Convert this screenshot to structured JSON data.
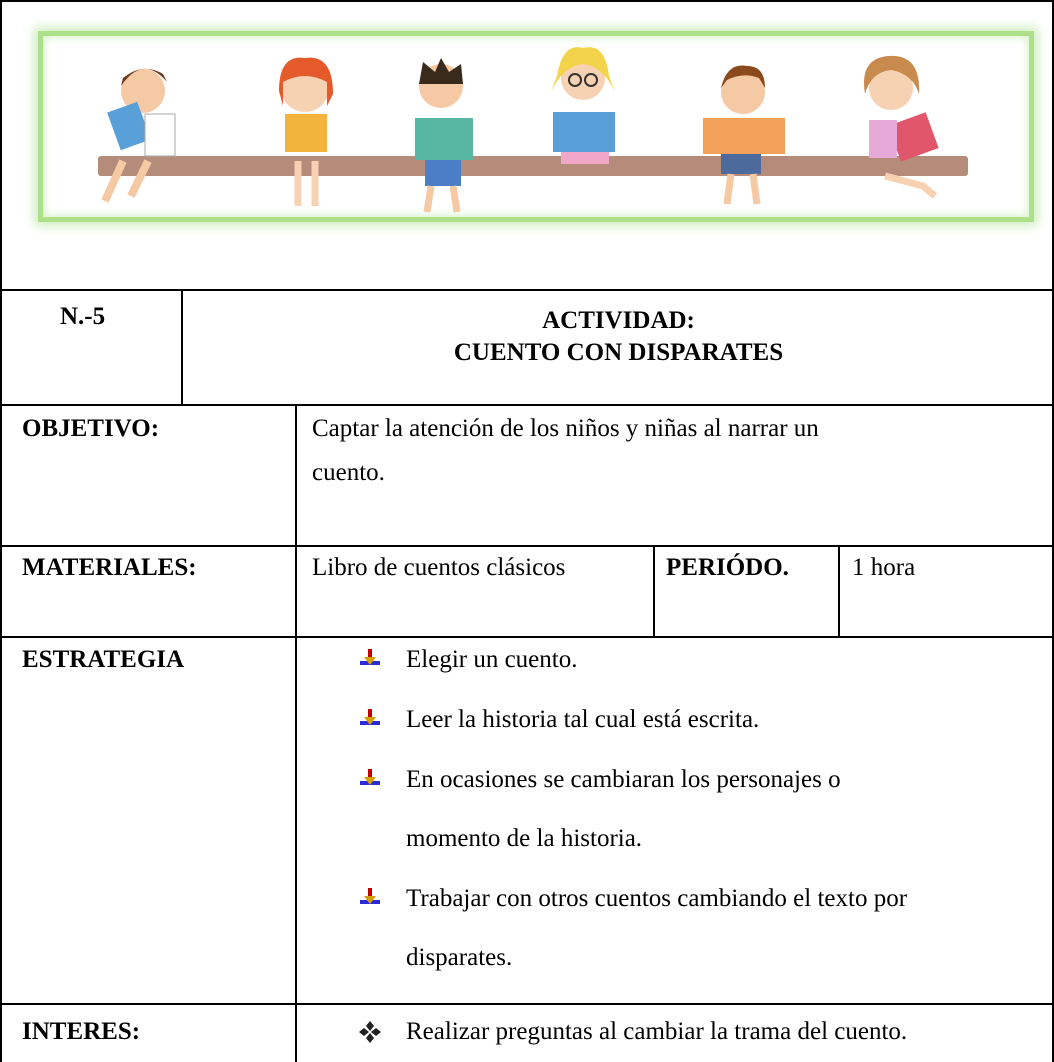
{
  "header": {
    "number": "N.-5",
    "title_line1": "ACTIVIDAD:",
    "title_line2": "CUENTO CON DISPARATES"
  },
  "rows": {
    "objetivo": {
      "label": "OBJETIVO:",
      "text_line1": "Captar la atención de los niños y niñas al narrar un",
      "text_line2": "cuento."
    },
    "materiales": {
      "label": "MATERIALES:",
      "value": "Libro de cuentos clásicos",
      "periodo_label": "PERIÓDO.",
      "periodo_value": "1 hora"
    },
    "estrategia": {
      "label": "ESTRATEGIA",
      "items": [
        "Elegir un cuento.",
        "Leer la historia tal cual está escrita.",
        "En ocasiones se cambiaran los personajes o",
        "momento de la historia.",
        "Trabajar con otros cuentos cambiando el texto por",
        "disparates."
      ]
    },
    "interes": {
      "label": "INTERES:",
      "item": "Realizar preguntas al cambiar la trama del cuento."
    }
  },
  "colors": {
    "bullet_arrow": "#d4a000",
    "bullet_bar": "#2b2bd6",
    "bullet_cross": "#c00000",
    "banner_border": "#aee08a"
  },
  "icons": {
    "estrategia_bullet": "arrow-down-bullet-icon",
    "interes_bullet": "four-diamond-bullet-icon"
  }
}
